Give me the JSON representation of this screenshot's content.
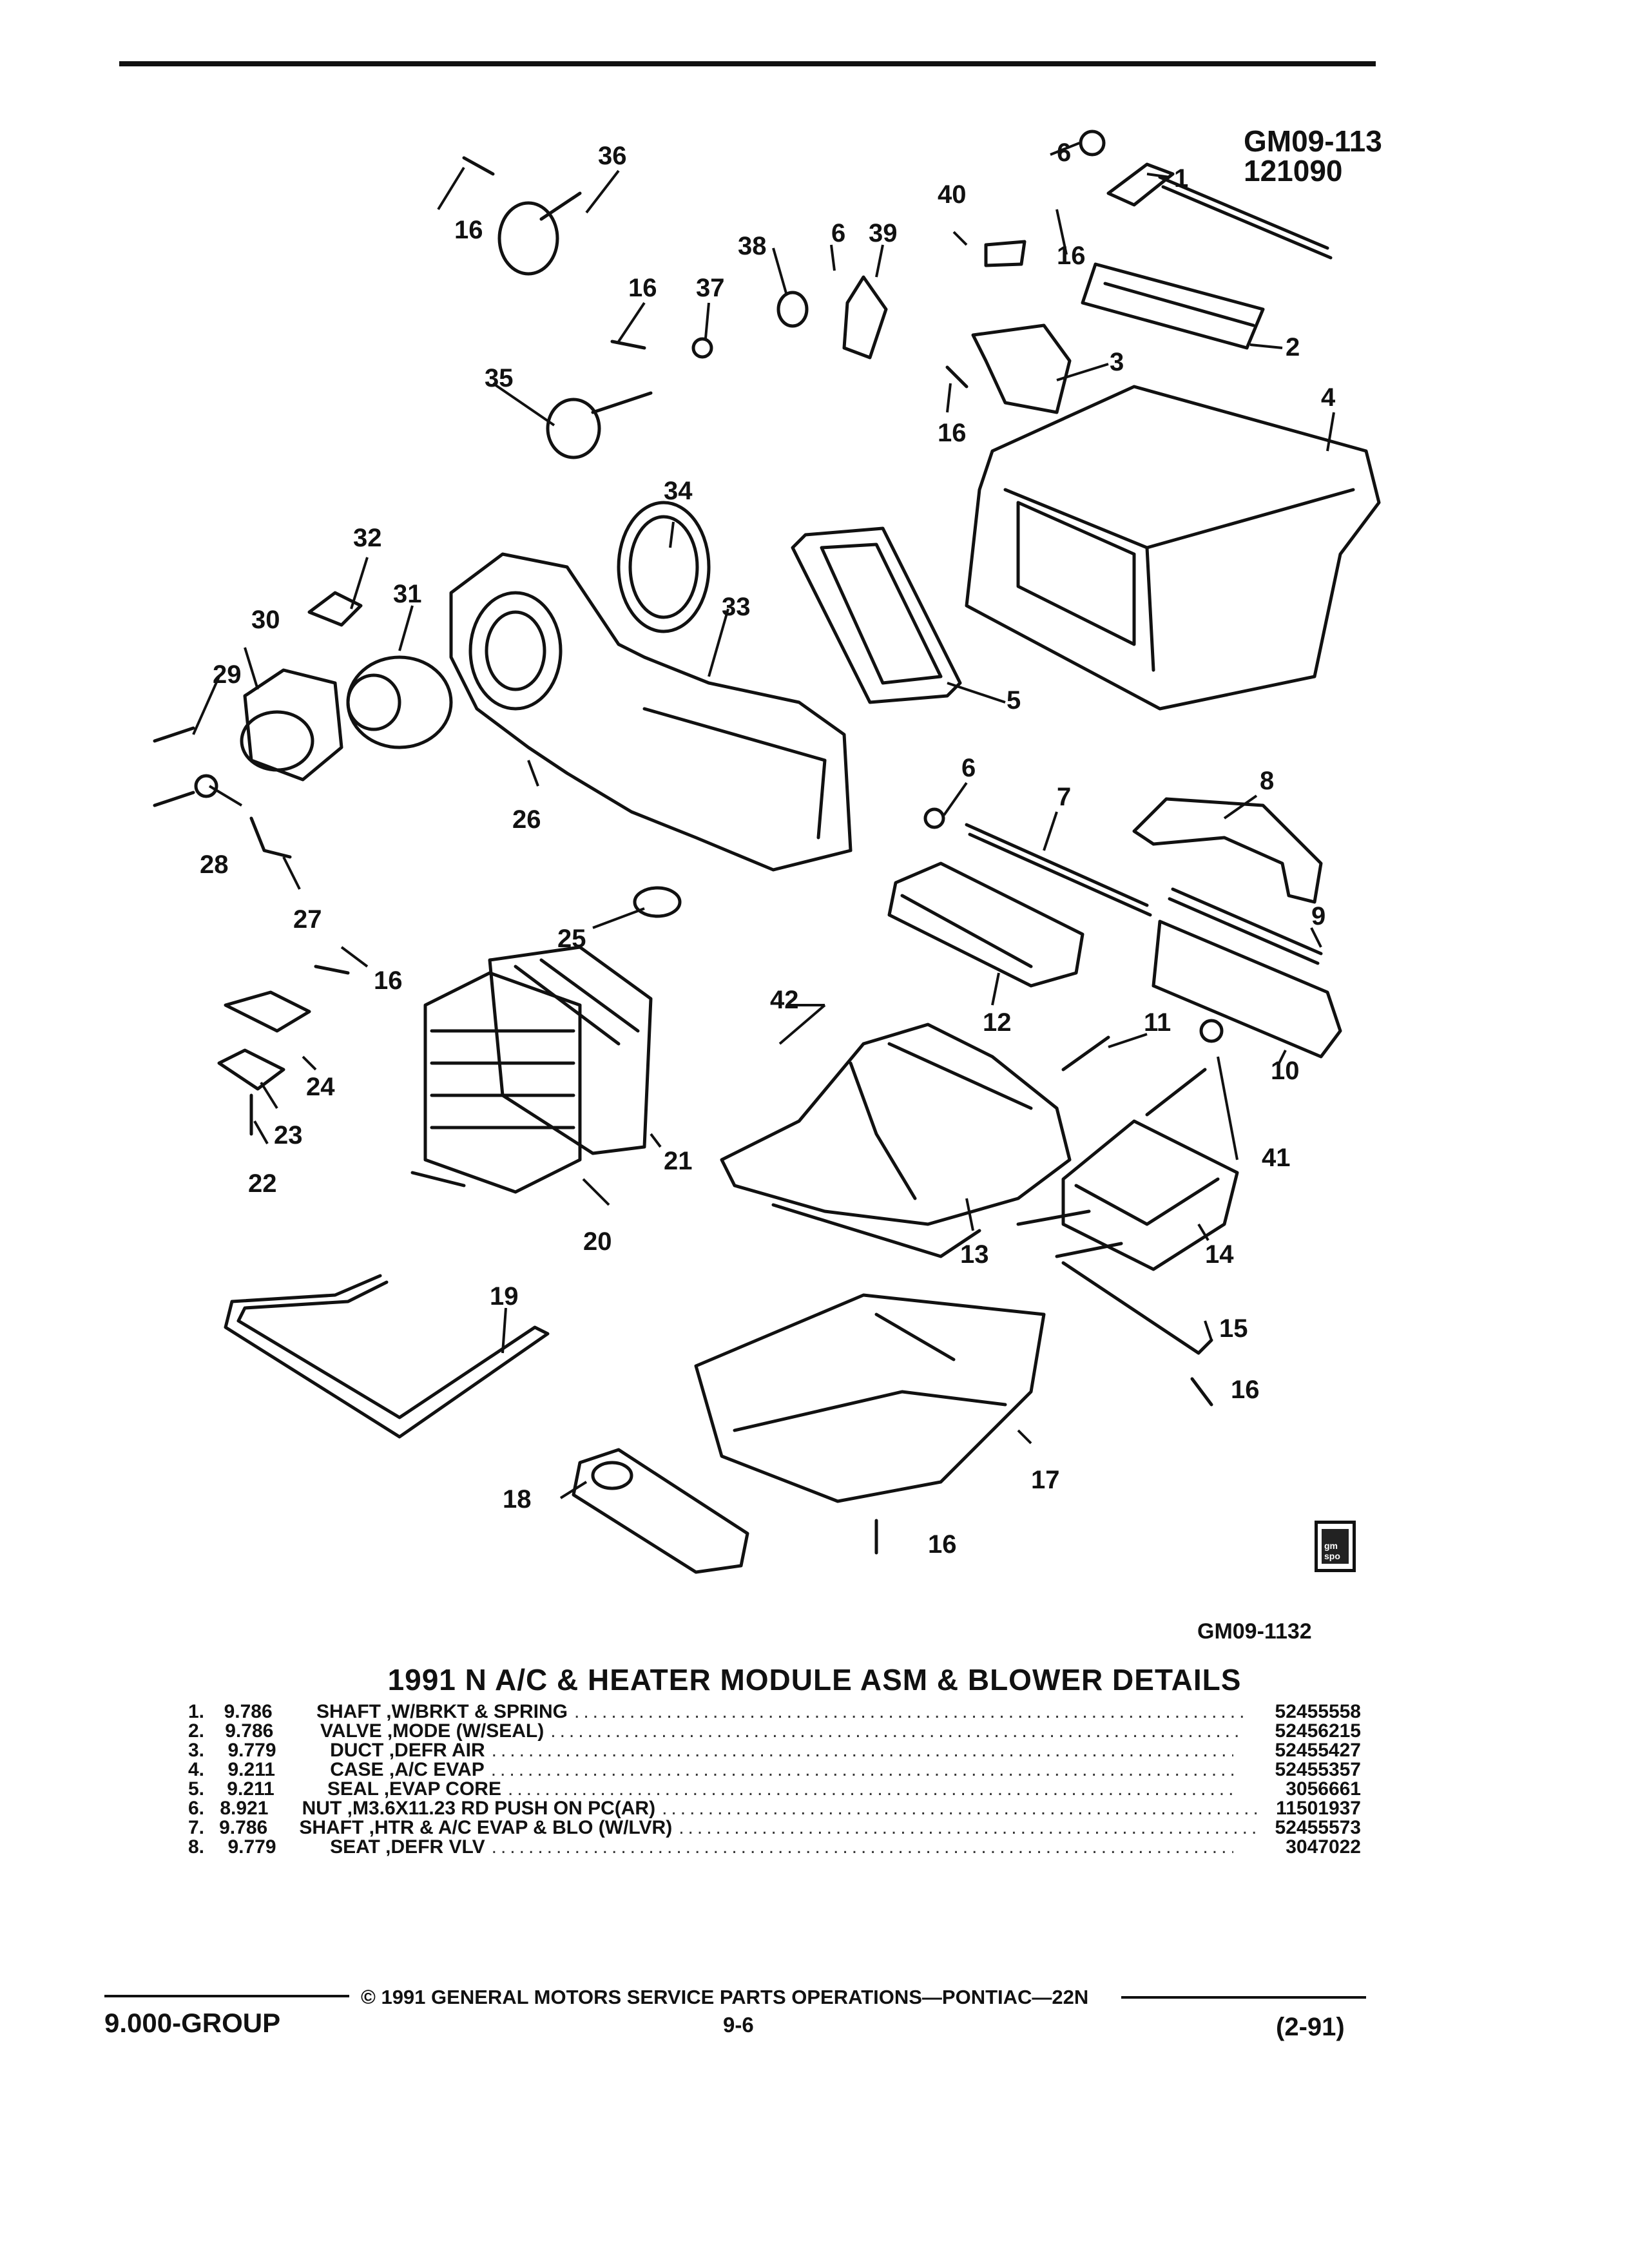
{
  "header": {
    "ref_code_line1": "GM09-113",
    "ref_code_line2": "121090",
    "figure_code": "GM09-1132"
  },
  "diagram_callouts": [
    "1",
    "2",
    "3",
    "4",
    "5",
    "6",
    "7",
    "8",
    "9",
    "10",
    "11",
    "12",
    "13",
    "14",
    "15",
    "16",
    "17",
    "18",
    "19",
    "20",
    "21",
    "22",
    "23",
    "24",
    "25",
    "26",
    "27",
    "28",
    "29",
    "30",
    "31",
    "32",
    "33",
    "34",
    "35",
    "36",
    "37",
    "38",
    "39",
    "40",
    "41",
    "42"
  ],
  "title": "1991 N A/C & HEATER MODULE ASM & BLOWER DETAILS",
  "parts": [
    {
      "num": "1.",
      "group": "9.786",
      "desc": "SHAFT ,W/BRKT & SPRING",
      "part": "52455558"
    },
    {
      "num": "2.",
      "group": "9.786",
      "desc": "VALVE ,MODE (W/SEAL)",
      "part": "52456215"
    },
    {
      "num": "3.",
      "group": "9.779",
      "desc": "DUCT ,DEFR AIR",
      "part": "52455427"
    },
    {
      "num": "4.",
      "group": "9.211",
      "desc": "CASE ,A/C EVAP",
      "part": "52455357"
    },
    {
      "num": "5.",
      "group": "9.211",
      "desc": "SEAL ,EVAP CORE",
      "part": "3056661"
    },
    {
      "num": "6.",
      "group": "8.921",
      "desc": "NUT ,M3.6X11.23 RD PUSH ON PC(AR)",
      "part": "11501937"
    },
    {
      "num": "7.",
      "group": "9.786",
      "desc": "SHAFT ,HTR & A/C EVAP & BLO (W/LVR)",
      "part": "52455573"
    },
    {
      "num": "8.",
      "group": "9.779",
      "desc": "SEAT ,DEFR VLV",
      "part": "3047022"
    }
  ],
  "footer": {
    "copyright": "© 1991 GENERAL MOTORS SERVICE PARTS OPERATIONS—PONTIAC—22N",
    "group": "9.000-GROUP",
    "page": "9-6",
    "edition": "(2-91)"
  },
  "logo_text": "gm spo"
}
